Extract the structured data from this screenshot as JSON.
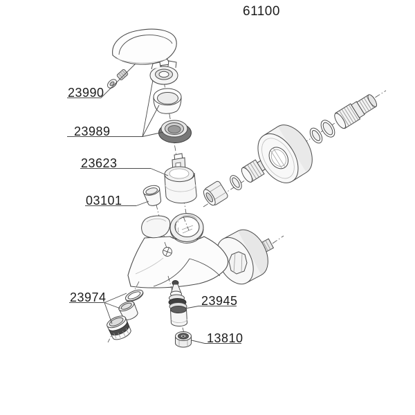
{
  "title": "61100",
  "parts": {
    "handle_screw_set": {
      "label": "23990"
    },
    "cap_ring_set": {
      "label": "23989"
    },
    "cartridge": {
      "label": "23623"
    },
    "plug_cap": {
      "label": "03101"
    },
    "aerator_set": {
      "label": "23974"
    },
    "diverter": {
      "label": "23945"
    },
    "nut": {
      "label": "13810"
    }
  },
  "colors": {
    "line": "#4a4a4a",
    "label": "#1c1c1c",
    "bg": "#ffffff",
    "shade-light": "#f3f3f3",
    "shade-mid": "#d9d9d9",
    "shade-dark": "#5f5f5f",
    "shade-darkest": "#3b3b3b"
  }
}
